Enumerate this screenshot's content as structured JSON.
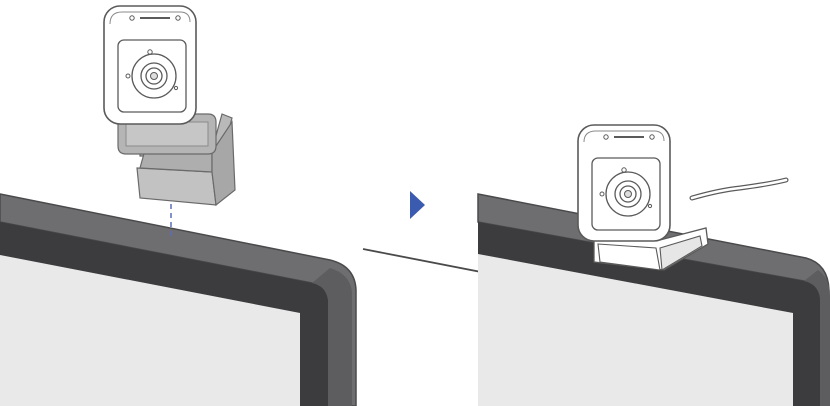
{
  "figure": {
    "steps": [
      {
        "id": "before",
        "description_icon": "webcam-with-open-clip"
      },
      {
        "id": "after",
        "description_icon": "webcam-mounted-on-monitor"
      }
    ],
    "arrow_icon": "play-triangle-icon",
    "colors": {
      "monitor_bezel_top": "#6e6e70",
      "monitor_bezel_dark": "#3c3c3e",
      "monitor_bezel_side": "#5d5d60",
      "monitor_screen": "#e9e9ea",
      "camera_body": "#ffffff",
      "camera_outline": "#5a5a5a",
      "clip_gray": "#c2c2c2",
      "guide_dash": "#5a6fb8",
      "arrow": "#3b5bb0"
    }
  }
}
